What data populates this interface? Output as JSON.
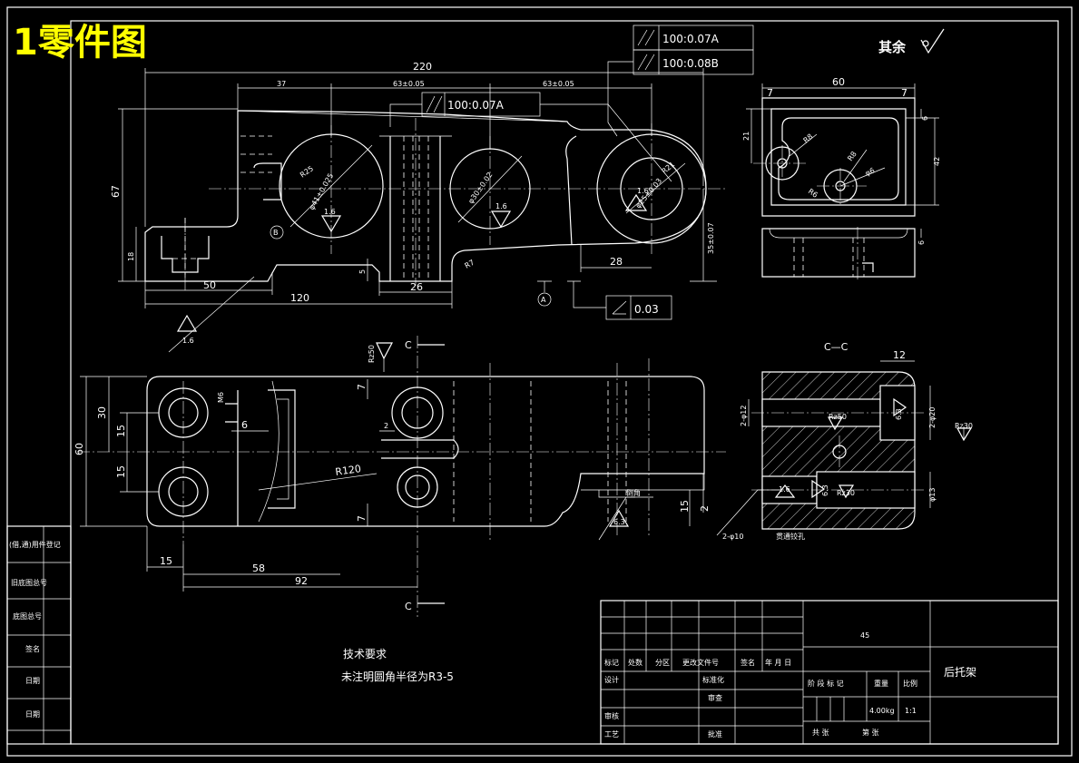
{
  "title": "1零件图",
  "other_finish": "其余",
  "finish_symbols": {
    "sym_16": "1.6",
    "sym_63": "6.3",
    "rz50": "Rz50",
    "rz30": "Rz30"
  },
  "datum_labels": {
    "a": "A",
    "b": "B"
  },
  "section_cut": {
    "letter": "C",
    "title": "C—C"
  },
  "tolerances": {
    "t1": "100:0.07A",
    "t2": "100:0.08B",
    "t3": "100:0.07A",
    "t4": "0.03"
  },
  "dims_top": {
    "d220": "220",
    "d37": "37",
    "d63a": "63±0.05",
    "d63b": "63±0.05",
    "d67": "67",
    "d18": "18",
    "d50": "50",
    "d120": "120",
    "d26": "26",
    "d5": "5",
    "d28": "28",
    "d35": "35±0.07",
    "r7": "R7",
    "r25": "R25",
    "phi1": "φ41±0.025",
    "phi2": "φ30±0.02",
    "phi3": "φ25±0.03",
    "r21": "R21"
  },
  "dims_side": {
    "d60": "60",
    "d7a": "7",
    "d7b": "7",
    "d21": "21",
    "d6a": "6",
    "d42": "42",
    "d6b": "6",
    "r8a": "R8",
    "r8b": "R8",
    "r6": "R6",
    "phi6": "φ6"
  },
  "dims_front": {
    "d60": "60",
    "d30": "30",
    "d15a": "15",
    "d15b": "15",
    "m6": "M6",
    "d6": "6",
    "d7a": "7",
    "d7b": "7",
    "d2": "2",
    "r120": "R120",
    "d15c": "15",
    "d2b": "2",
    "d15": "15",
    "d58": "58",
    "d92": "92",
    "chamfer": "倒角"
  },
  "dims_section": {
    "d12": "12",
    "phi12": "2-φ12",
    "phi20": "2-φ20",
    "phi13": "φ13",
    "phi10": "2-φ10",
    "note": "贯通铰孔"
  },
  "tech_req": {
    "heading": "技术要求",
    "line": "未注明圆角半径为R3-5"
  },
  "side_stamps": [
    "(借,通)用件登记",
    "旧底图总号",
    "底图总号",
    "签名",
    "日期",
    "日期"
  ],
  "title_block": {
    "material": "45",
    "part_name": "后托架",
    "weight": "4.00kg",
    "scale": "1:1",
    "headers": {
      "mark": "标记",
      "count": "处数",
      "zone": "分区",
      "file": "更改文件号",
      "sign": "签名",
      "date": "年 月 日"
    },
    "roles": {
      "design": "设计",
      "standard": "标准化",
      "check": "审核",
      "proc": "工艺",
      "review": "审查",
      "approve": "批准"
    },
    "stage_labels": {
      "stage": "阶 段 标 记",
      "weight": "重量",
      "scale": "比例"
    },
    "sheet": {
      "total": "共 张",
      "num": "第 张"
    }
  },
  "colors": {
    "background": "#000000",
    "line": "#ffffff",
    "title": "#ffff00"
  }
}
